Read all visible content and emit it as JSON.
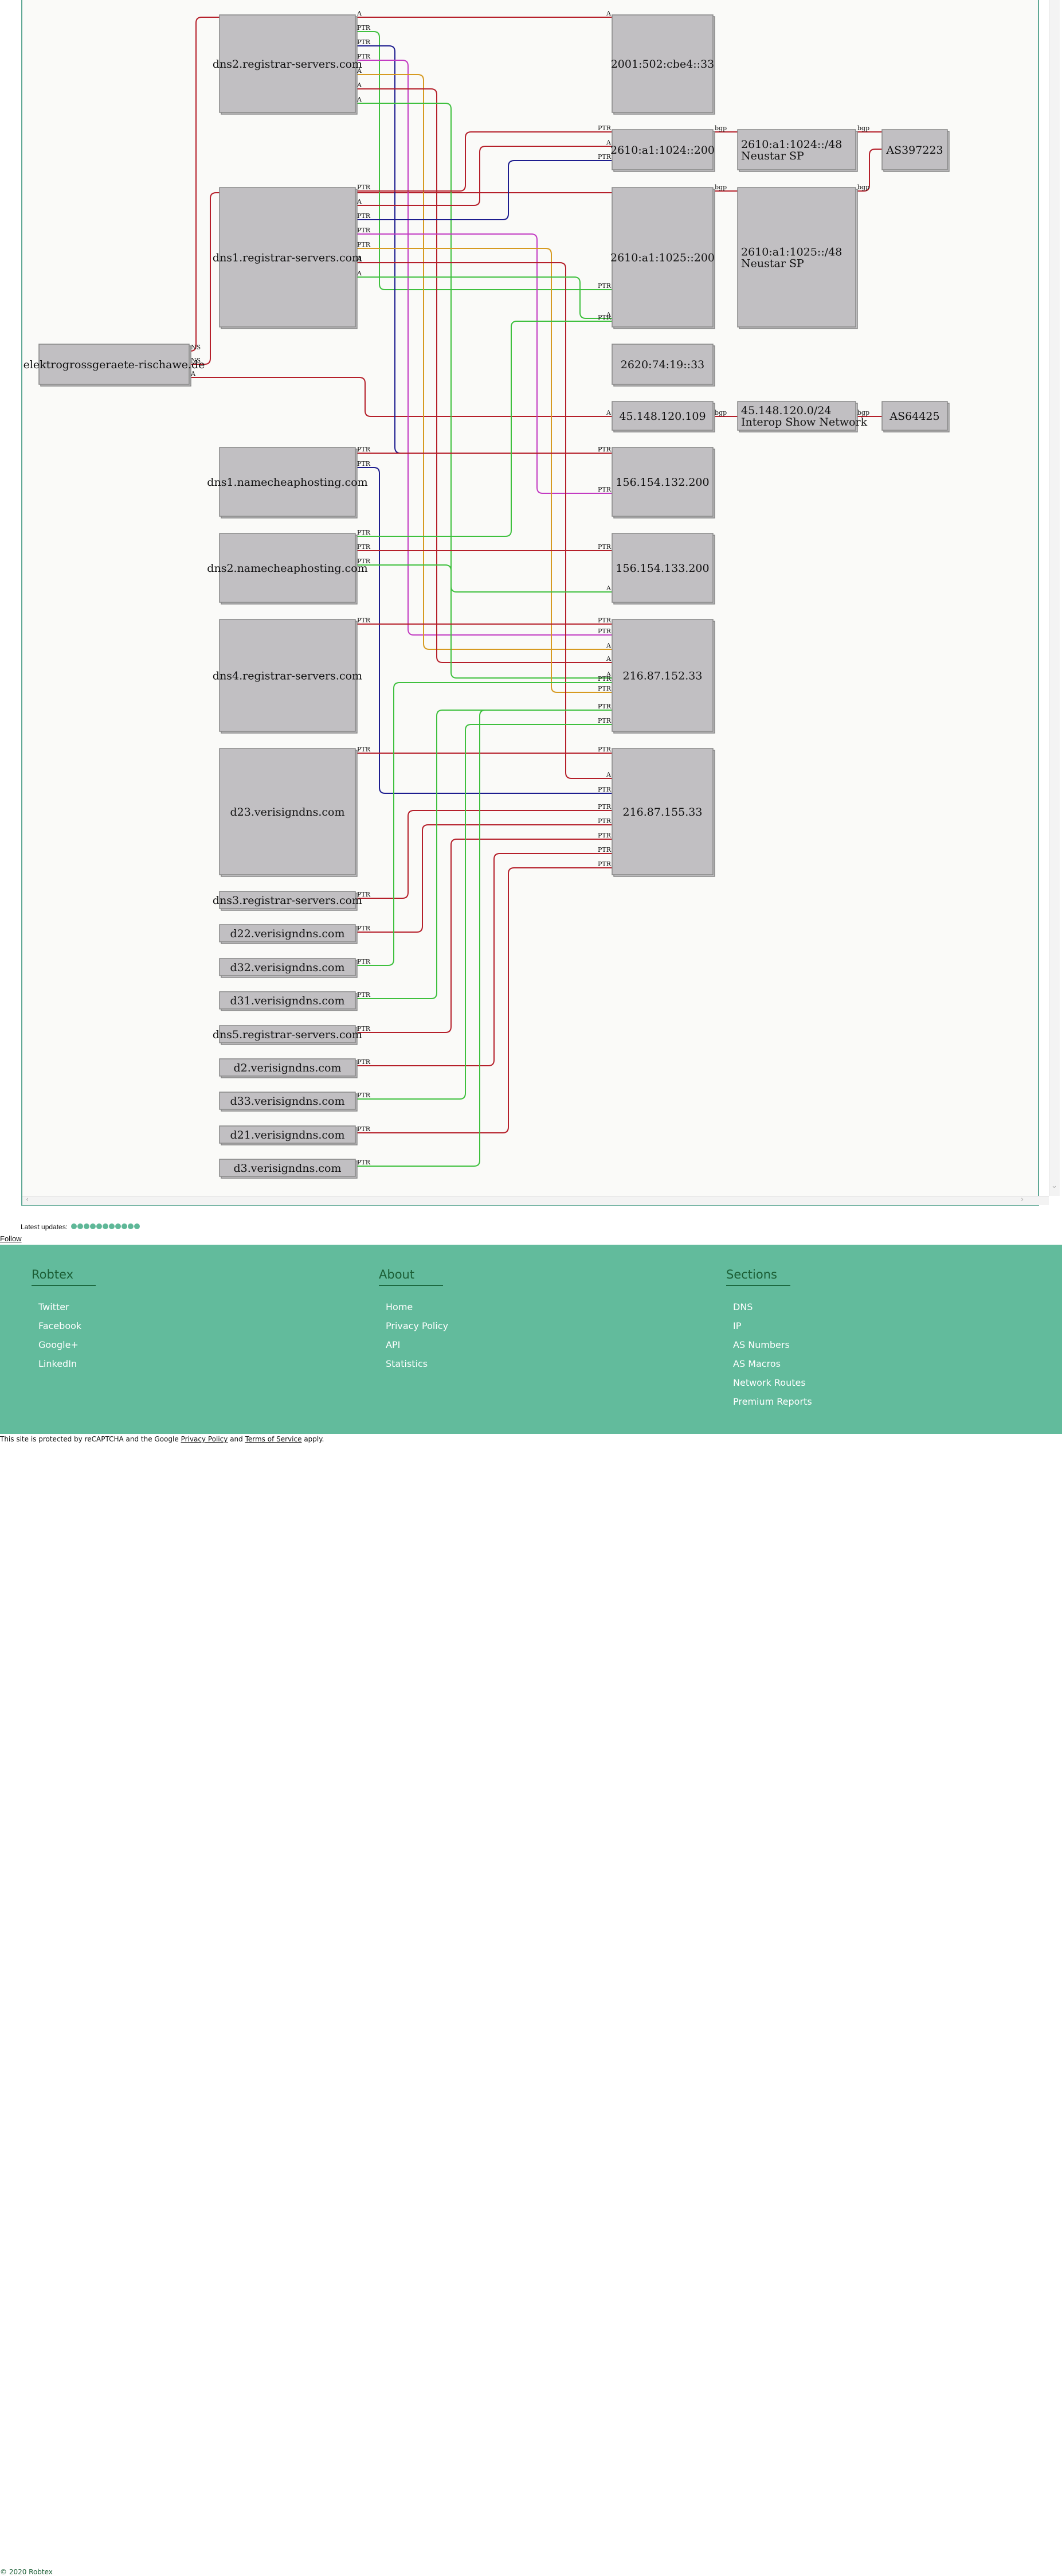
{
  "graph": {
    "nodes": {
      "elektro": "elektrogrossgeraete-rischawe.de",
      "dns2rs": "dns2.registrar-servers.com",
      "dns1rs": "dns1.registrar-servers.com",
      "dns1nc": "dns1.namecheaphosting.com",
      "dns2nc": "dns2.namecheaphosting.com",
      "dns4rs": "dns4.registrar-servers.com",
      "d23": "d23.verisigndns.com",
      "dns3rs": "dns3.registrar-servers.com",
      "d22": "d22.verisigndns.com",
      "d32": "d32.verisigndns.com",
      "d31": "d31.verisigndns.com",
      "dns5rs": "dns5.registrar-servers.com",
      "d2": "d2.verisigndns.com",
      "d33": "d33.verisigndns.com",
      "d21": "d21.verisigndns.com",
      "d3": "d3.verisigndns.com",
      "ip6a": "2001:502:cbe4::33",
      "ip6b": "2610:a1:1024::200",
      "ip6c": "2610:a1:1025::200",
      "ip6d": "2620:74:19::33",
      "ip4a": "45.148.120.109",
      "ip4b": "156.154.132.200",
      "ip4c": "156.154.133.200",
      "ip4d": "216.87.152.33",
      "ip4e": "216.87.155.33",
      "pfx1_l1": "2610:a1:1024::/48",
      "pfx1_l2": "Neustar SP",
      "pfx2_l1": "2610:a1:1025::/48",
      "pfx2_l2": "Neustar SP",
      "pfx3_l1": "45.148.120.0/24",
      "pfx3_l2": "Interop Show Network",
      "as1": "AS397223",
      "as2": "AS64425"
    },
    "edge_labels": {
      "ns": "NS",
      "a": "A",
      "ptr": "PTR",
      "bgp": "bgp"
    },
    "edge_colors": {
      "red": "#b51f2a",
      "green": "#3ec03e",
      "blue": "#1c1c8f",
      "magenta": "#c23ac2",
      "orange": "#d69a20"
    }
  },
  "latest_updates_label": "Latest updates:",
  "follow_label": "Follow",
  "footer": {
    "robtex": {
      "title": "Robtex",
      "links": [
        "Twitter",
        "Facebook",
        "Google+",
        "LinkedIn"
      ]
    },
    "about": {
      "title": "About",
      "links": [
        "Home",
        "Privacy Policy",
        "API",
        "Statistics"
      ]
    },
    "sections": {
      "title": "Sections",
      "links": [
        "DNS",
        "IP",
        "AS Numbers",
        "AS Macros",
        "Network Routes",
        "Premium Reports"
      ]
    },
    "copyright": "© 2020 Robtex"
  },
  "recaptcha": {
    "prefix": "This site is protected by reCAPTCHA and the Google",
    "privacy": "Privacy Policy",
    "and": "and",
    "terms": "Terms of Service",
    "suffix": "apply."
  }
}
